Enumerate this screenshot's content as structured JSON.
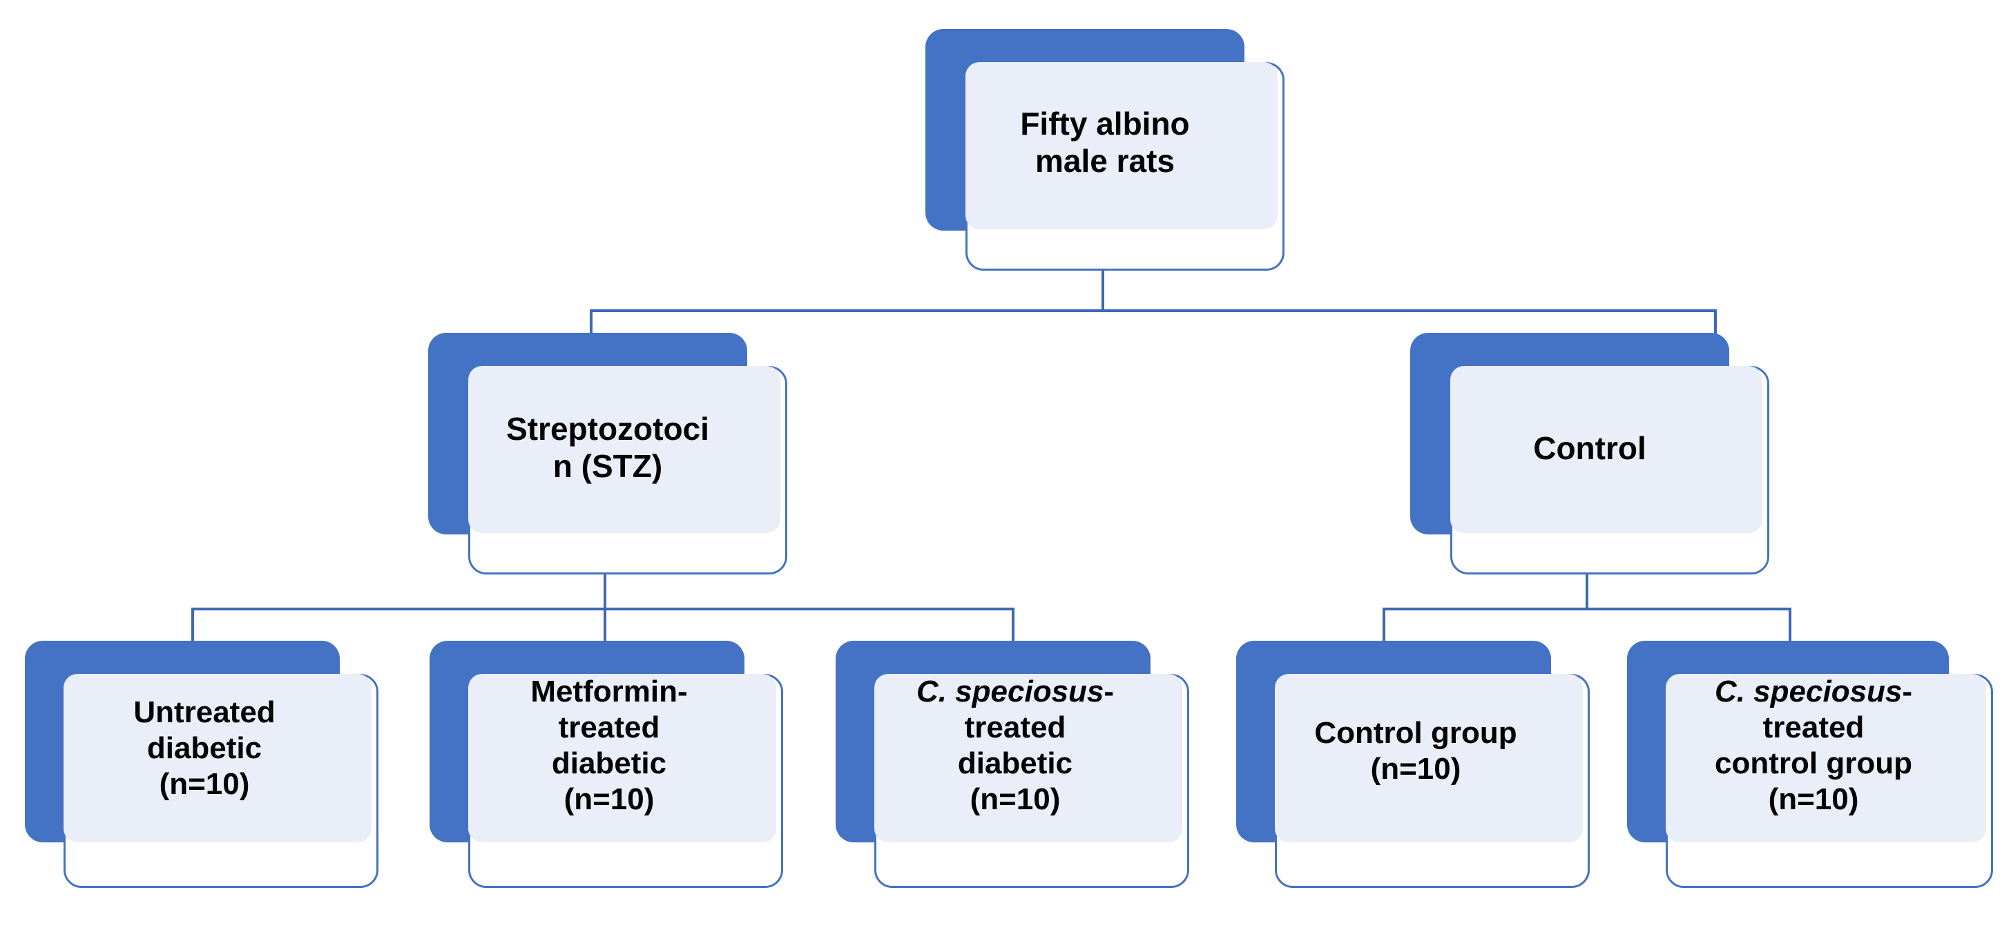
{
  "diagram": {
    "title": "Experimental study design flowchart",
    "type": "tree",
    "colors": {
      "shadow_blue": "#4472C4",
      "card_border": "#4472C4",
      "card_fill": "#E9EEF8",
      "connector": "#3C68B5",
      "text": "#000000",
      "background": "#FFFFFF"
    },
    "nodes": {
      "root": {
        "id": "root",
        "label": "Fifty albino\nmale rats",
        "level": 0
      },
      "stz": {
        "id": "stz",
        "label": "Streptozotoci\nn (STZ)",
        "level": 1
      },
      "control": {
        "id": "control",
        "label": "Control",
        "level": 1
      },
      "untreated_diabetic": {
        "id": "untreated-diabetic",
        "label": "Untreated\ndiabetic\n(n=10)",
        "level": 2
      },
      "metformin_diabetic": {
        "id": "metformin-treated-diabetic",
        "label": "Metformin-\ntreated\ndiabetic\n(n=10)",
        "level": 2
      },
      "speciosus_diabetic": {
        "id": "c-speciosus-treated-diabetic",
        "label_italic": "C. speciosus",
        "label_rest": "-\ntreated\ndiabetic\n(n=10)",
        "level": 2
      },
      "control_group": {
        "id": "control-group",
        "label": "Control group\n(n=10)",
        "level": 2
      },
      "speciosus_control": {
        "id": "c-speciosus-treated-control-group",
        "label_italic": "C. speciosus",
        "label_rest": "-\ntreated\ncontrol group\n(n=10)",
        "level": 2
      }
    },
    "edges": [
      {
        "from": "root",
        "to": "stz"
      },
      {
        "from": "root",
        "to": "control"
      },
      {
        "from": "stz",
        "to": "untreated_diabetic"
      },
      {
        "from": "stz",
        "to": "metformin_diabetic"
      },
      {
        "from": "stz",
        "to": "speciosus_diabetic"
      },
      {
        "from": "control",
        "to": "control_group"
      },
      {
        "from": "control",
        "to": "speciosus_control"
      }
    ]
  }
}
